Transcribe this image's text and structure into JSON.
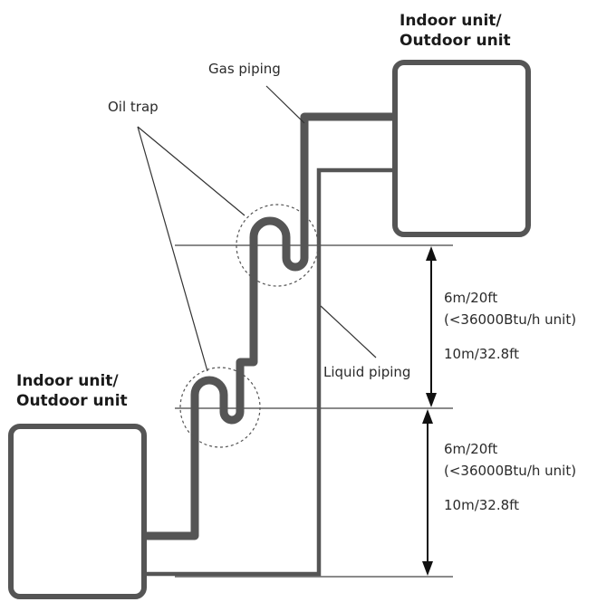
{
  "upper_unit": {
    "line1": "Indoor unit/",
    "line2": "Outdoor unit"
  },
  "lower_unit": {
    "line1": "Indoor unit/",
    "line2": "Outdoor unit"
  },
  "labels": {
    "gas_piping": "Gas piping",
    "oil_trap": "Oil trap",
    "liquid_piping": "Liquid piping"
  },
  "upper_measure": {
    "line1": "6m/20ft",
    "line2": "(<36000Btu/h unit)",
    "line3": "10m/32.8ft"
  },
  "lower_measure": {
    "line1": "6m/20ft",
    "line2": "(<36000Btu/h unit)",
    "line3": "10m/32.8ft"
  },
  "colors": {
    "pipe": "#555555",
    "outline": "#444444",
    "line": "#333333"
  }
}
